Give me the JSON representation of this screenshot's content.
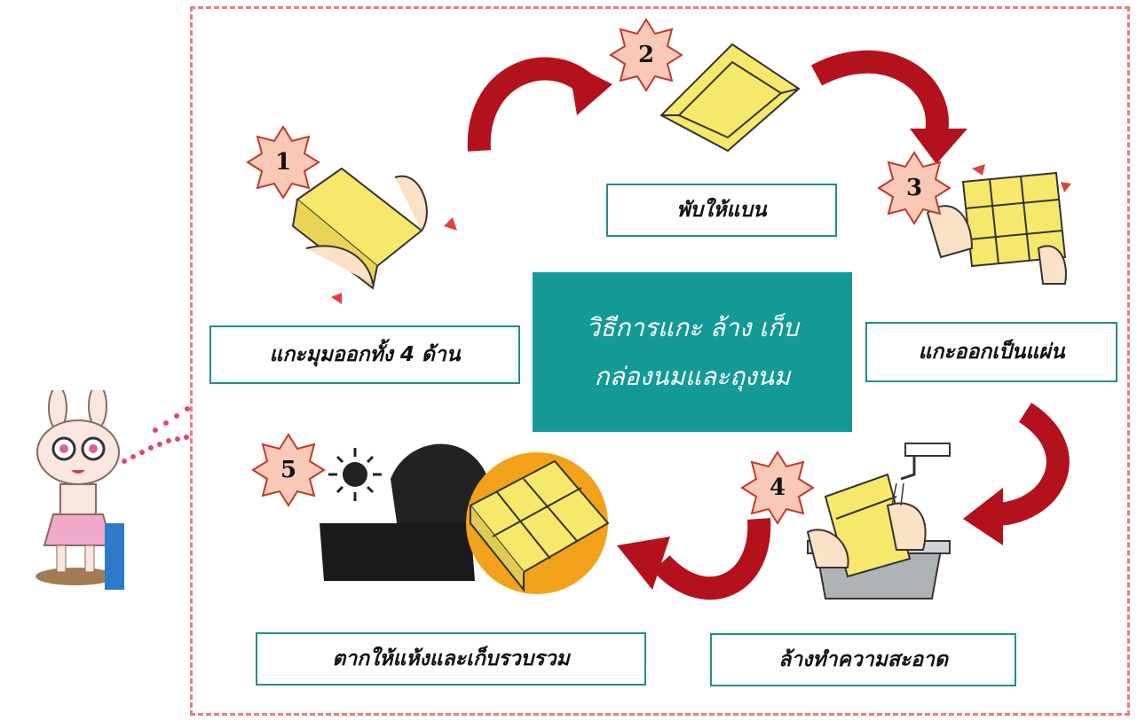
{
  "title": {
    "line1": "วิธีการแกะ ล้าง เก็บ",
    "line2": "กล่องนมและถุงนม"
  },
  "steps": [
    {
      "number": "1",
      "label": "แกะมุมออกทั้ง 4 ด้าน"
    },
    {
      "number": "2",
      "label": "พับให้แบน"
    },
    {
      "number": "3",
      "label": "แกะออกเป็นแผ่น"
    },
    {
      "number": "4",
      "label": "ล้างทำความสะอาด"
    },
    {
      "number": "5",
      "label": "ตากให้แห้งและเก็บรวบรวม"
    }
  ],
  "colors": {
    "frame": "#f07a7a",
    "accent": "#139a97",
    "label_border": "#1f8f8c",
    "star": "#f9c9b8",
    "arrow": "#b3121d",
    "box": "#f6e86a"
  }
}
